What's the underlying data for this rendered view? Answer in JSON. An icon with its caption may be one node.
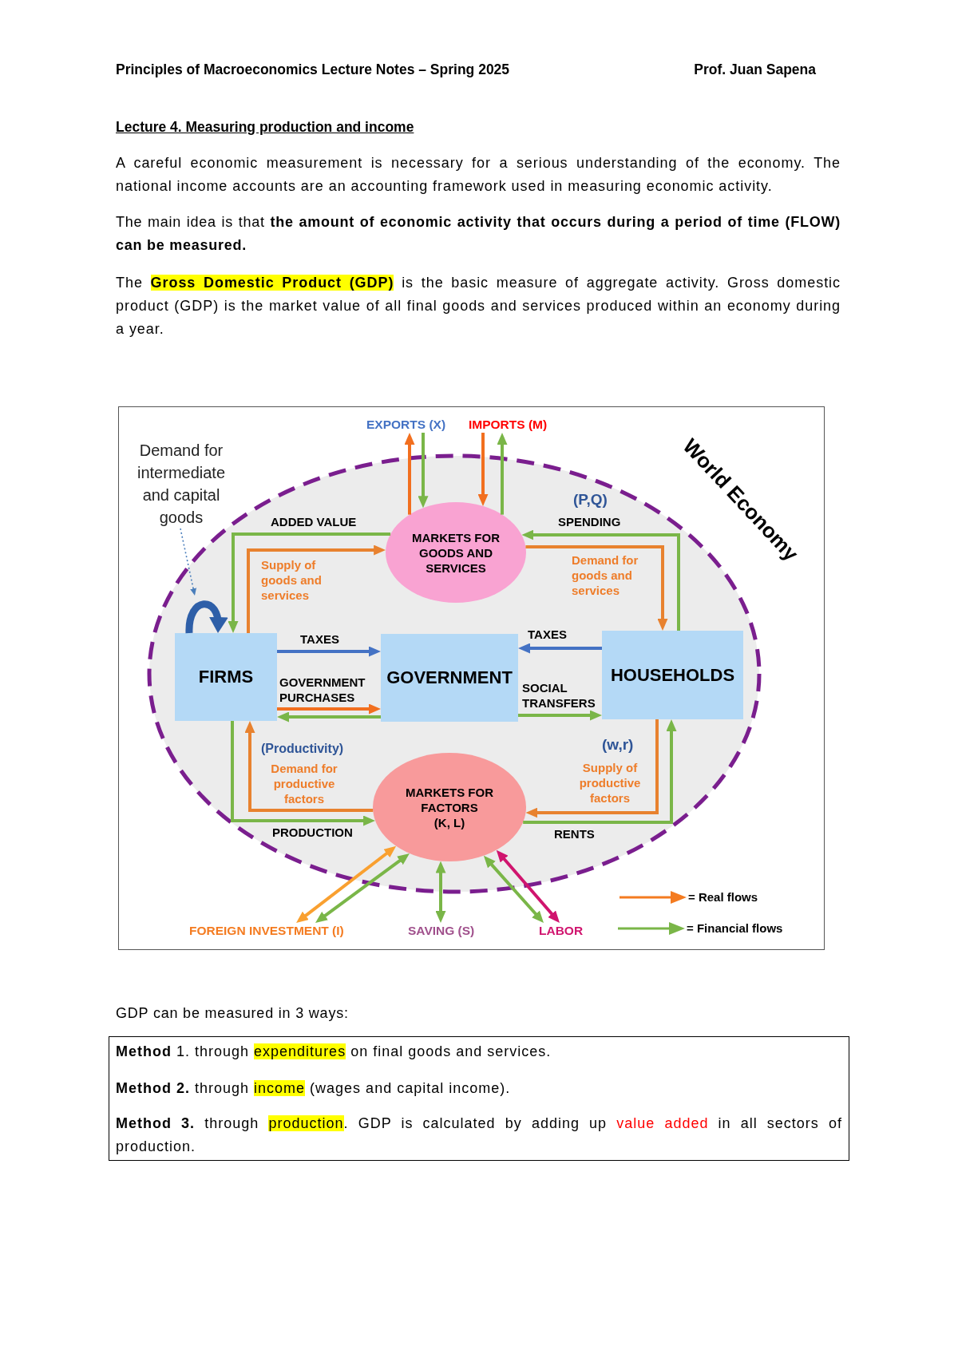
{
  "diagram": {
    "title": "Lecture 4. Measuring production and income",
    "nodes": [
      {
        "text": [
          "EXPORTS (X)"
        ]
      },
      {
        "text": [
          "IMPORTS (M)"
        ]
      },
      {
        "text": [
          "Demand for intermediate and capital goods"
        ]
      },
      {
        "text": [
          "MARKETS FOR GOODS AND SERVICES"
        ]
      },
      {
        "text": [
          "FIRMS"
        ]
      },
      {
        "text": [
          "GOVERNMENT"
        ]
      },
      {
        "text": [
          "HOUSEHOLDS"
        ]
      },
      {
        "text": [
          "MARKETS FOR FACTORS",
          "(K, L)"
        ]
      },
      {
        "text": [
          "FOREIGN INVESTMENT (I)"
        ]
      },
      {
        "text": [
          "SAVING (S)"
        ]
      },
      {
        "text": [
          "LABOR"
        ]
      }
    ],
    "edges": [
      {
        "from": 3,
        "to": 0,
        "arrow": "to",
        "color": "#f26f1f"
      },
      {
        "from": 0,
        "to": 3,
        "arrow": "to"
      },
      {
        "from": 1,
        "to": 3,
        "arrow": "to",
        "color": "#f26f1f"
      },
      {
        "from": 3,
        "to": 1,
        "arrow": "to"
      },
      {
        "from": 2,
        "to": null,
        "arrow": "to",
        "style": "dashed",
        "color": "#4a7ebb"
      },
      {
        "from": 4,
        "to": 4,
        "arrow": "to",
        "style": "thick",
        "color": "#2e5fa8"
      },
      {
        "from": 3,
        "to": 4,
        "arrow": "to",
        "label": "ADDED VALUE"
      },
      {
        "from": 4,
        "to": 3,
        "arrow": "to",
        "label": "Supply of goods and services",
        "color": "#e8822f"
      },
      {
        "from": 6,
        "to": 3,
        "arrow": "to",
        "label": "SPENDING"
      },
      {
        "from": 3,
        "to": 6,
        "arrow": "to",
        "label": "Demand for goods and services",
        "color": "#e8822f"
      },
      {
        "from": 4,
        "to": 5,
        "arrow": "to",
        "label": "TAXES",
        "color": "#4472c4"
      },
      {
        "from": 6,
        "to": 5,
        "arrow": "to",
        "label": "TAXES",
        "color": "#4472c4"
      },
      {
        "from": 4,
        "to": 5,
        "arrow": "to",
        "label": "GOVERNMENT PURCHASES",
        "color": "#f26f1f"
      },
      {
        "from": 5,
        "to": 4,
        "arrow": "to"
      },
      {
        "from": 5,
        "to": 6,
        "arrow": "to",
        "label": "SOCIAL TRANSFERS"
      },
      {
        "from": 7,
        "to": 4,
        "arrow": "to",
        "label": "Demand for productive factors",
        "color": "#e8822f"
      },
      {
        "from": 4,
        "to": 7,
        "arrow": "to",
        "label": "PRODUCTION"
      },
      {
        "from": 6,
        "to": 7,
        "arrow": "to",
        "label": "Supply of productive factors",
        "color": "#e8822f"
      },
      {
        "from": 7,
        "to": 6,
        "arrow": "to",
        "label": "RENTS"
      },
      {
        "from": 7,
        "to": 8,
        "arrow": "both",
        "color": "#f9a030"
      },
      {
        "from": 7,
        "to": 8,
        "arrow": "both"
      },
      {
        "from": 7,
        "to": 9,
        "arrow": "both"
      },
      {
        "from": 7,
        "to": 10,
        "arrow": "both"
      },
      {
        "from": 7,
        "to": 10,
        "arrow": "both",
        "color": "#d0146e"
      }
    ],
    "labels": [
      "Principles of Macroeconomics Lecture Notes – Spring 2025",
      "Prof. Juan Sapena",
      "A careful economic measurement is necessary for a serious understanding of the economy. The national income accounts are an accounting framework used in measuring economic activity.",
      "The main idea is that **the amount of economic activity that occurs during a period of time (FLOW) can be measured.**",
      "The **Gross Domestic Product (GDP)** is the basic measure of aggregate activity. Gross domestic product (GDP) is the market value of all final goods and services produced within an economy during a year.",
      "World Economy",
      "(P,Q)",
      "(Productivity)",
      "(w,r)",
      "GDP can be measured in 3 ways:",
      "**Method** 1. through expenditures on final goods and services.",
      "**Method 2.** through income (wages and capital income).",
      "**Method 3.** through production. GDP is calculated by adding up value added in all sectors of production."
    ],
    "legend": [
      {
        "text": "= Real flows"
      },
      {
        "text": "= Financial flows"
      }
    ]
  }
}
